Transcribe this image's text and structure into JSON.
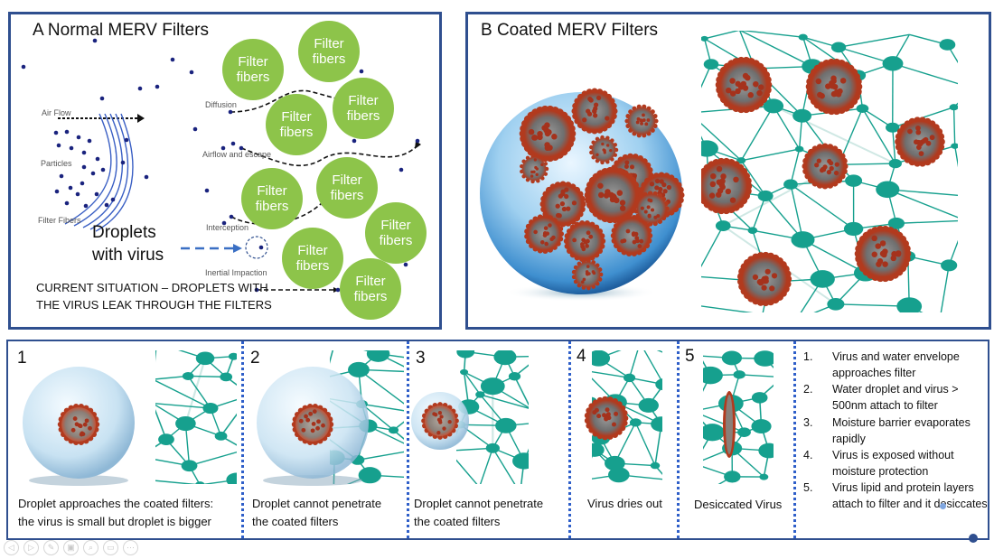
{
  "panel_a": {
    "title": "A  Normal MERV Filters",
    "labels": {
      "air_flow": "Air Flow",
      "particles": "Particles",
      "filter_fibers": "Filter Fibers",
      "diffusion": "Diffusion",
      "airflow_escape": "Airflow and escape",
      "interception": "Interception",
      "inertial_impaction": "Inertial Impaction"
    },
    "fiber_label": "Filter fibers",
    "droplets_line1": "Droplets",
    "droplets_line2": "with virus",
    "situation_line1": "CURRENT SITUATION – DROPLETS WITH",
    "situation_line2": "THE VIRUS LEAK THROUGH THE FILTERS"
  },
  "panel_b": {
    "title": "B  Coated MERV Filters"
  },
  "steps": [
    {
      "num": "1",
      "caption_l1": "Droplet approaches the coated filters:",
      "caption_l2": "the virus is small but droplet is bigger"
    },
    {
      "num": "2",
      "caption_l1": "Droplet cannot penetrate",
      "caption_l2": "the coated filters"
    },
    {
      "num": "3",
      "caption_l1": "Droplet cannot penetrate",
      "caption_l2": "the coated filters"
    },
    {
      "num": "4",
      "caption_l1": "Virus dries out",
      "caption_l2": ""
    },
    {
      "num": "5",
      "caption_l1": "Desiccated Virus",
      "caption_l2": ""
    }
  ],
  "process_list": [
    {
      "n": "1.",
      "text": "Virus and water envelope approaches filter"
    },
    {
      "n": "2.",
      "text": "Water droplet and virus > 500nm attach to filter"
    },
    {
      "n": "3.",
      "text": "Moisture barrier evaporates rapidly"
    },
    {
      "n": "4.",
      "text": "Virus is exposed without moisture protection"
    },
    {
      "n": "5.",
      "text": "Virus lipid and protein layers attach to filter and it desiccates"
    }
  ],
  "toolbar": {
    "icons": [
      "previous-icon",
      "next-icon",
      "pen-icon",
      "slides-icon",
      "zoom-icon",
      "subtitles-icon",
      "more-icon"
    ],
    "glyphs": [
      "◁",
      "▷",
      "✎",
      "▣",
      "⌕",
      "▭",
      "⋯"
    ]
  },
  "colors": {
    "frame": "#2f4f8f",
    "fiber_green": "#8dc44a",
    "mesh_teal": "#16a08e",
    "virus_red": "#b23a1e",
    "divider_blue": "#2f5fc9"
  }
}
